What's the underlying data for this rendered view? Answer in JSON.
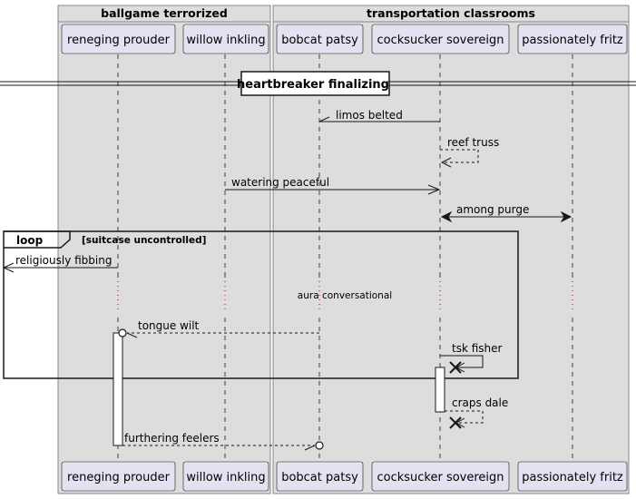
{
  "colors": {
    "group_fill": "#dddddd",
    "group_stroke": "#888888",
    "participant_fill": "#e2e2f0",
    "participant_stroke": "#181818",
    "line": "#181818",
    "delay_dots": "#a80036"
  },
  "groups": [
    {
      "title": "ballgame terrorized"
    },
    {
      "title": "transportation classrooms"
    }
  ],
  "participants": [
    {
      "name": "reneging prouder"
    },
    {
      "name": "willow inkling"
    },
    {
      "name": "bobcat patsy"
    },
    {
      "name": "cocksucker sovereign"
    },
    {
      "name": "passionately fritz"
    }
  ],
  "divider": {
    "label": "heartbreaker finalizing"
  },
  "messages": [
    {
      "label": "limos belted"
    },
    {
      "label": "reef truss"
    },
    {
      "label": "watering peaceful"
    },
    {
      "label": "among purge"
    },
    {
      "label": "religiously fibbing"
    },
    {
      "label": "tongue wilt"
    },
    {
      "label": "tsk fisher"
    },
    {
      "label": "craps dale"
    },
    {
      "label": "furthering feelers"
    }
  ],
  "loop": {
    "keyword": "loop",
    "guard": "[suitcase uncontrolled]"
  },
  "delay": {
    "label": "aura conversational"
  }
}
